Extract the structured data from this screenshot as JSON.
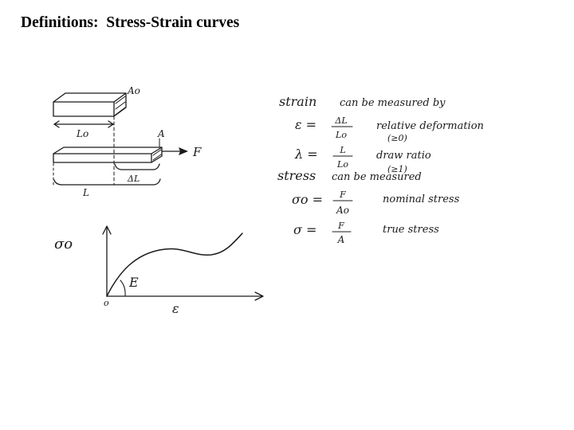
{
  "title": "Definitions:  Stress-Strain curves",
  "bar_labels": {
    "area_initial": "Ao",
    "length_initial": "Lo",
    "area": "A",
    "force": "F",
    "delta_length": "ΔL",
    "length": "L"
  },
  "graph": {
    "y_label": "σo",
    "x_label": "ε",
    "origin_label": "o",
    "modulus_label": "E"
  },
  "notes": {
    "strain_heading": "strain",
    "strain_heading_rest": "can be measured by",
    "epsilon_symbol": "ε =",
    "epsilon_num": "ΔL",
    "epsilon_den": "Lo",
    "epsilon_desc": "relative deformation",
    "epsilon_cond": "(≥0)",
    "lambda_symbol": "λ =",
    "lambda_num": "L",
    "lambda_den": "Lo",
    "lambda_desc": "draw ratio",
    "lambda_cond": "(≥1)",
    "stress_heading": "stress",
    "stress_heading_rest": "can be measured",
    "nominal_symbol": "σo =",
    "nominal_num": "F",
    "nominal_den": "Ao",
    "nominal_desc": "nominal stress",
    "true_symbol": "σ =",
    "true_num": "F",
    "true_den": "A",
    "true_desc": "true stress"
  }
}
